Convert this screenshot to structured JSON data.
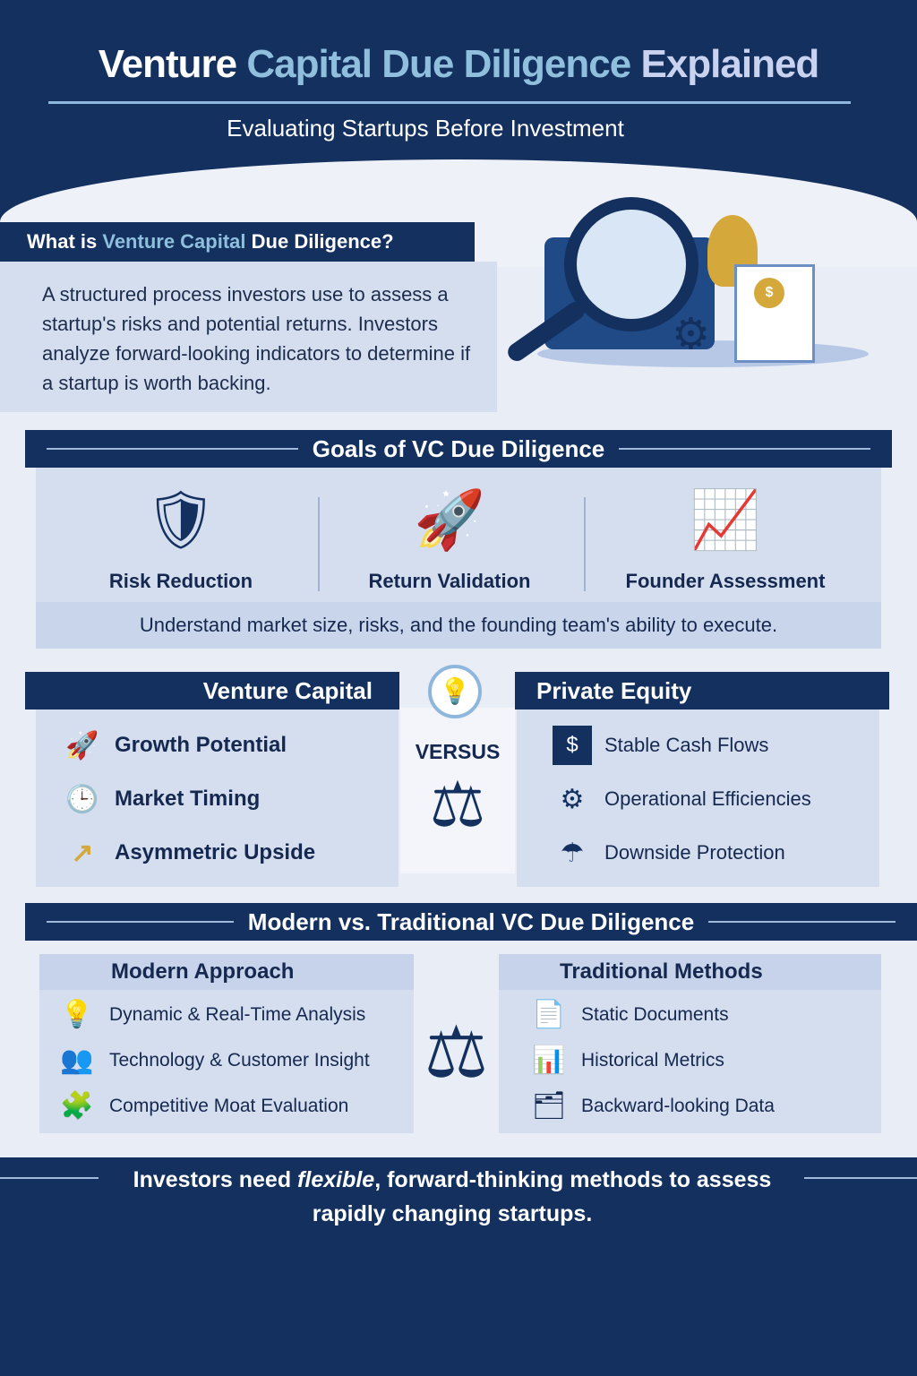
{
  "header": {
    "title_part1": "Venture",
    "title_part2": "Capital Due Diligence",
    "title_part3": "Explained",
    "subtitle": "Evaluating Startups Before Investment"
  },
  "what_is": {
    "title_part1": "What is",
    "title_part2": "Venture Capital",
    "title_part3": "Due Diligence?",
    "body": "A structured process investors use to assess a startup's risks and potential returns. Investors analyze forward-looking indicators to determine if a startup is worth backing."
  },
  "goals": {
    "title": "Goals of VC Due Diligence",
    "items": [
      {
        "label": "Risk Reduction",
        "icon": "shield-check-icon"
      },
      {
        "label": "Return Validation",
        "icon": "rocket-icon"
      },
      {
        "label": "Founder Assessment",
        "icon": "growth-arrow-icon"
      }
    ],
    "caption": "Understand market size, risks, and the founding team's ability to execute."
  },
  "comparison": {
    "left_title": "Venture Capital",
    "right_title": "Private Equity",
    "versus": "VERSUS",
    "left_items": [
      {
        "label": "Growth Potential",
        "icon": "rocket-icon"
      },
      {
        "label": "Market Timing",
        "icon": "clock-icon"
      },
      {
        "label": "Asymmetric Upside",
        "icon": "arrow-up-icon"
      }
    ],
    "right_items": [
      {
        "label": "Stable Cash Flows",
        "icon": "dollar-icon"
      },
      {
        "label": "Operational Efficiencies",
        "icon": "gear-icon"
      },
      {
        "label": "Downside Protection",
        "icon": "umbrella-icon"
      }
    ]
  },
  "modern": {
    "title": "Modern vs. Traditional VC Due Diligence",
    "left_title": "Modern Approach",
    "right_title": "Traditional Methods",
    "left_items": [
      {
        "label": "Dynamic & Real-Time Analysis",
        "icon": "lightbulb-icon"
      },
      {
        "label": "Technology & Customer Insight",
        "icon": "people-icon"
      },
      {
        "label": "Competitive Moat Evaluation",
        "icon": "puzzle-icon"
      }
    ],
    "right_items": [
      {
        "label": "Static Documents",
        "icon": "document-icon"
      },
      {
        "label": "Historical Metrics",
        "icon": "bar-chart-icon"
      },
      {
        "label": "Backward-looking Data",
        "icon": "files-icon"
      }
    ]
  },
  "footer": {
    "part1": "Investors need",
    "part2": "flexible",
    "part3": ", forward-thinking methods to assess rapidly changing startups."
  },
  "colors": {
    "navy": "#13305f",
    "light_blue": "#8fbfdc",
    "panel": "#d5deef",
    "gold": "#d4a83a"
  }
}
